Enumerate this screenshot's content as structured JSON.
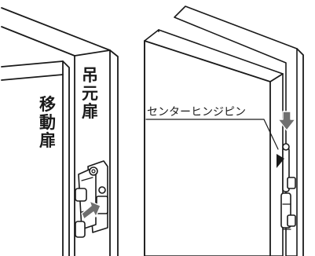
{
  "labels": {
    "hanging_door": [
      "吊",
      "元",
      "扉"
    ],
    "moving_door": [
      "移",
      "動",
      "扉"
    ],
    "callout": "センターヒンジピン"
  },
  "colors": {
    "line": "#1a1a1a",
    "arrow_fill": "#6f6f6f",
    "background": "#ffffff"
  },
  "icons": [
    "arrow-down-right-icon",
    "arrow-down-icon",
    "pin-marker-icon"
  ]
}
